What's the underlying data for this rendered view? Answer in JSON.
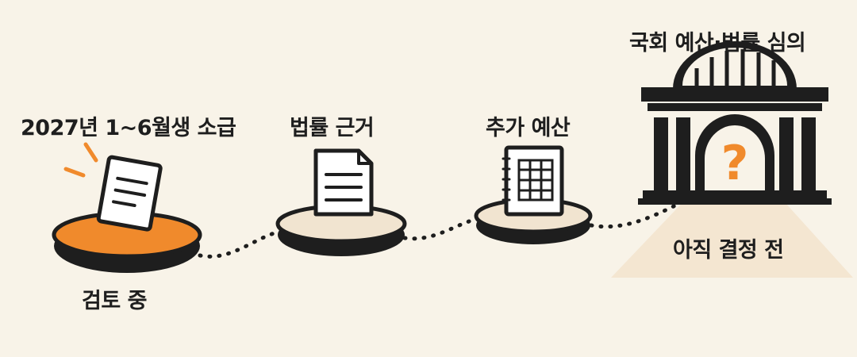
{
  "steps": [
    {
      "top_label": "2027년 1~6월생 소급",
      "bottom_label": "검토 중",
      "icon": "document-icon"
    },
    {
      "top_label": "법률 근거",
      "icon": "file-icon"
    },
    {
      "top_label": "추가 예산",
      "icon": "spreadsheet-notebook-icon"
    },
    {
      "top_label": "국회 예산·법률 심의",
      "bottom_label": "아직 결정 전",
      "icon": "parliament-building-icon"
    }
  ],
  "question_mark": "?",
  "colors": {
    "background": "#f8f3e8",
    "accent": "#f08a2c",
    "ink": "#1e1e1e",
    "pad": "#f1e4d0"
  }
}
